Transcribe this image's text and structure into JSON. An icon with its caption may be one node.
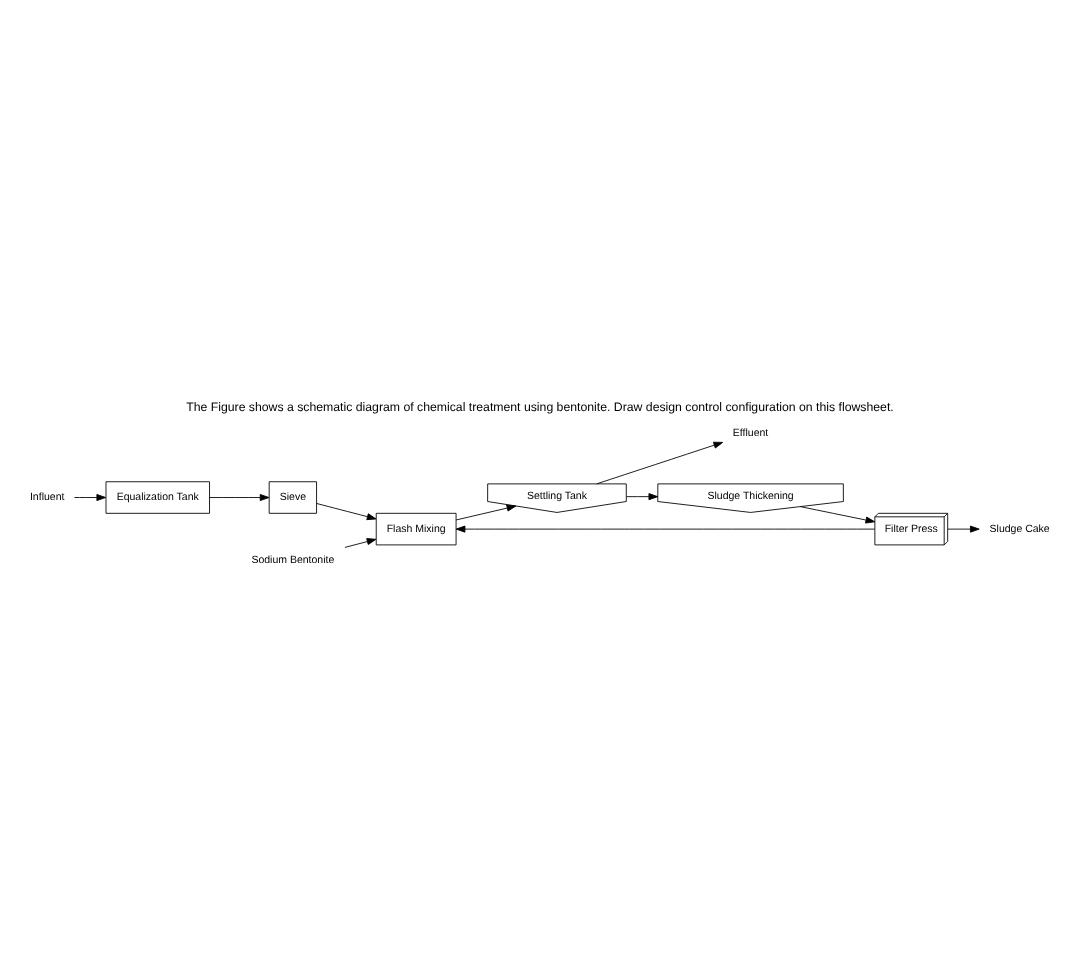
{
  "diagram": {
    "title": "The Figure shows a schematic diagram of chemical treatment using bentonite. Draw design control configuration on this flowsheet.",
    "nodes": [
      {
        "text": [
          "Influent"
        ]
      },
      {
        "text": [
          "Equalization Tank"
        ]
      },
      {
        "text": [
          "Sieve"
        ]
      },
      {
        "text": [
          "Flash Mixing"
        ]
      },
      {
        "text": [
          "Sodium Bentonite"
        ]
      },
      {
        "text": [
          "Settling Tank"
        ]
      },
      {
        "text": [
          "Effluent"
        ]
      },
      {
        "text": [
          "Sludge Thickening"
        ]
      },
      {
        "text": [
          "Filter Press"
        ]
      },
      {
        "text": [
          "Sludge Cake"
        ]
      }
    ],
    "edges": [
      {
        "from": 0,
        "to": 1,
        "arrow": "to"
      },
      {
        "from": 1,
        "to": 2,
        "arrow": "to"
      },
      {
        "from": 2,
        "to": 3,
        "arrow": "to"
      },
      {
        "from": 8,
        "to": 3,
        "arrow": "to"
      },
      {
        "from": 4,
        "to": 3,
        "arrow": "to"
      },
      {
        "from": 3,
        "to": 5,
        "arrow": "to"
      },
      {
        "from": 5,
        "to": 6,
        "arrow": "to"
      },
      {
        "from": 5,
        "to": 7,
        "arrow": "to"
      },
      {
        "from": 7,
        "to": 8,
        "arrow": "to"
      },
      {
        "from": 8,
        "to": 9,
        "arrow": "to"
      }
    ]
  }
}
